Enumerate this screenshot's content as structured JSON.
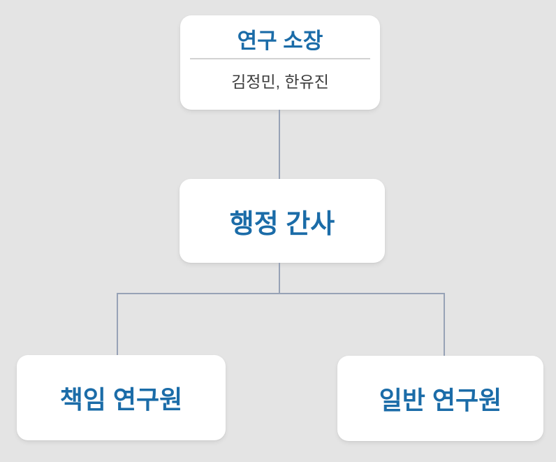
{
  "page": {
    "background_color": "#e4e4e4",
    "node_fill_color": "#ffffff",
    "accent_blue": "#1b6ca8",
    "connector_color": "#97a2b6",
    "divider_color": "#d2d2d2",
    "members_text_color": "#3c3c3c"
  },
  "org_chart": {
    "director": {
      "title": "연구 소장",
      "members": "김정민, 한유진"
    },
    "secretary": {
      "title": "행정 간사"
    },
    "children": [
      {
        "title": "책임 연구원"
      },
      {
        "title": "일반 연구원"
      }
    ]
  }
}
